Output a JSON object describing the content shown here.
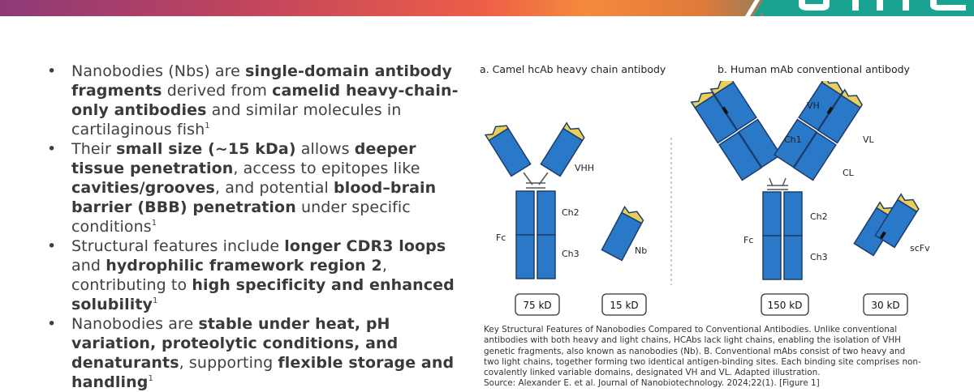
{
  "brand": {
    "logo_text": "gMC",
    "gradient_colors": [
      "#8e3a78",
      "#ee5f47",
      "#f48a3c",
      "#1aa391"
    ]
  },
  "bullets": [
    {
      "runs": [
        {
          "t": "Nanobodies (Nbs) are ",
          "b": false
        },
        {
          "t": "single-domain antibody fragments",
          "b": true
        },
        {
          "t": " derived from ",
          "b": false
        },
        {
          "t": "camelid heavy-chain-only antibodies",
          "b": true
        },
        {
          "t": " and similar molecules in cartilaginous fish",
          "b": false
        }
      ],
      "sup": "1"
    },
    {
      "runs": [
        {
          "t": "Their ",
          "b": false
        },
        {
          "t": "small size (~15 kDa)",
          "b": true
        },
        {
          "t": " allows ",
          "b": false
        },
        {
          "t": "deeper tissue penetration",
          "b": true
        },
        {
          "t": ", access to epitopes like ",
          "b": false
        },
        {
          "t": "cavities/grooves",
          "b": true
        },
        {
          "t": ", and potential ",
          "b": false
        },
        {
          "t": "blood–brain barrier (BBB) penetration",
          "b": true
        },
        {
          "t": " under specific conditions",
          "b": false
        }
      ],
      "sup": "1"
    },
    {
      "runs": [
        {
          "t": "Structural features include ",
          "b": false
        },
        {
          "t": "longer CDR3 loops",
          "b": true
        },
        {
          "t": " and ",
          "b": false
        },
        {
          "t": "hydrophilic framework region 2",
          "b": true
        },
        {
          "t": ", contributing to ",
          "b": false
        },
        {
          "t": "high specificity and enhanced solubility",
          "b": true
        }
      ],
      "sup": "1"
    },
    {
      "runs": [
        {
          "t": "Nanobodies are ",
          "b": false
        },
        {
          "t": "stable under heat, pH variation, proteolytic conditions, and denaturants",
          "b": true
        },
        {
          "t": ", supporting ",
          "b": false
        },
        {
          "t": "flexible storage and handling",
          "b": true
        }
      ],
      "sup": "1"
    }
  ],
  "figure": {
    "panel_a_title": "a. Camel hcAb heavy chain antibody",
    "panel_b_title": "b. Human mAb conventional antibody",
    "labels": {
      "vhh": "VHH",
      "ch2_a": "Ch2",
      "ch3_a": "Ch3",
      "fc_a": "Fc",
      "nb": "Nb",
      "vh": "VH",
      "ch1": "Ch1",
      "vl": "VL",
      "cl": "CL",
      "ch2_b": "Ch2",
      "ch3_b": "Ch3",
      "fc_b": "Fc",
      "scfv": "scFv"
    },
    "sizes": {
      "hcab": "75 kD",
      "nb": "15 kD",
      "mab": "150 kD",
      "scfv": "30 kD"
    },
    "colors": {
      "domain_blue": "#2a78c8",
      "domain_outline": "#1c3d6b",
      "cdr_yellow": "#e9cf5a",
      "black_band": "#111111"
    }
  },
  "caption": "Key Structural Features of Nanobodies Compared to Conventional Antibodies. Unlike conventional antibodies with both heavy and light chains, HCAbs lack light chains, enabling the isolation of VHH genetic fragments, also known as nanobodies (Nb). B. Conventional mAbs consist of two heavy and two light chains, together forming two identical antigen-binding sites. Each binding site comprises non-covalently linked variable domains, designated VH and VL. Adapted illustration.",
  "source": "Source: Alexander E. et al. Journal of Nanobiotechnology. 2024;22(1). [Figure 1]"
}
